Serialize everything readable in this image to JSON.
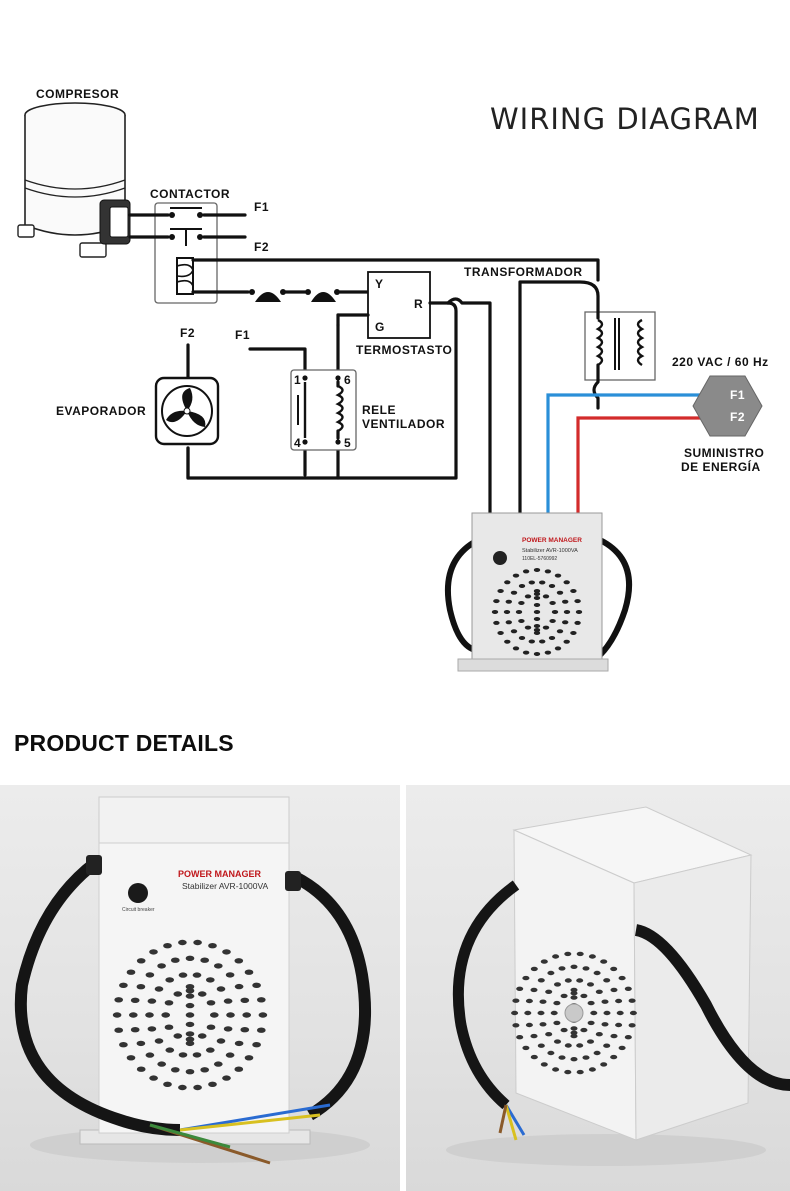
{
  "diagram": {
    "title": "WIRING DIAGRAM",
    "labels": {
      "compressor": "COMPRESOR",
      "contactor": "CONTACTOR",
      "f1_top": "F1",
      "f2_top": "F2",
      "transformer": "TRANSFORMADOR",
      "thermostat": "TERMOSTASTO",
      "thermostat_y": "Y",
      "thermostat_r": "R",
      "thermostat_g": "G",
      "f2_evap": "F2",
      "f1_relay": "F1",
      "evaporator": "EVAPORADOR",
      "relay_line1": "RELE",
      "relay_line2": "VENTILADOR",
      "relay_pin1": "1",
      "relay_pin6": "6",
      "relay_pin4": "4",
      "relay_pin5": "5",
      "supply_voltage": "220 VAC / 60 Hz",
      "supply_f1": "F1",
      "supply_f2": "F2",
      "supply_line1": "SUMINISTRO",
      "supply_line2": "DE ENERGÍA"
    },
    "stabilizer": {
      "brand": "POWER MANAGER",
      "model": "Stabilizer AVR-1000VA",
      "serial": "110EL-5760992"
    },
    "wire_colors": {
      "line": "#111111",
      "f1": "#2a8fd8",
      "f2": "#d32b2b"
    }
  },
  "details": {
    "title": "PRODUCT DETAILS",
    "front_photo": {
      "brand": "POWER MANAGER",
      "model": "Stabilizer AVR-1000VA",
      "breaker_label": "Circuit breaker"
    }
  }
}
